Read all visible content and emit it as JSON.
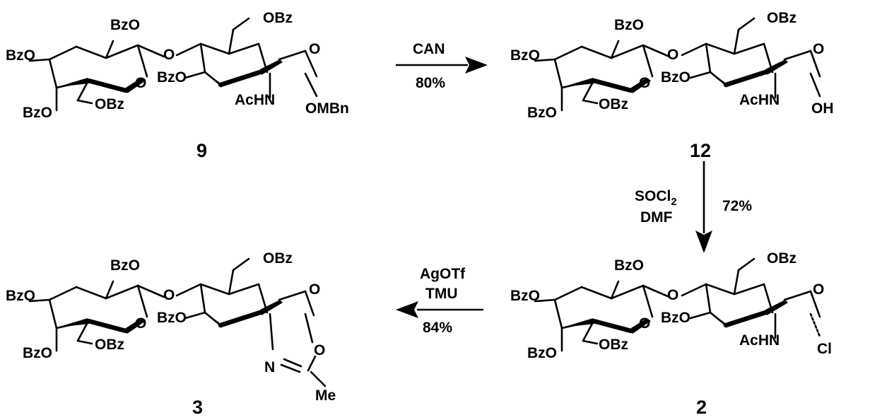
{
  "compounds": [
    {
      "id": "9",
      "anomeric": "OMBn",
      "ring": "pyranose"
    },
    {
      "id": "12",
      "anomeric": "OH",
      "ring": "pyranose"
    },
    {
      "id": "2",
      "anomeric": "Cl",
      "ring": "pyranose"
    },
    {
      "id": "3",
      "anomeric": "",
      "ring": "oxazoline"
    }
  ],
  "labels": {
    "bz": "BzO",
    "obz": "OBz",
    "ring_o": "O",
    "link_o": "O",
    "achn": "AcHN",
    "n": "N",
    "me": "Me"
  },
  "steps": {
    "s1": {
      "reagent": "CAN",
      "yield": "80%"
    },
    "s2": {
      "reagent_base": "SOCl",
      "reagent_sub": "2",
      "reagent2": "DMF",
      "yield": "72%"
    },
    "s3": {
      "reagent": "AgOTf",
      "reagent2": "TMU",
      "yield": "84%"
    }
  }
}
